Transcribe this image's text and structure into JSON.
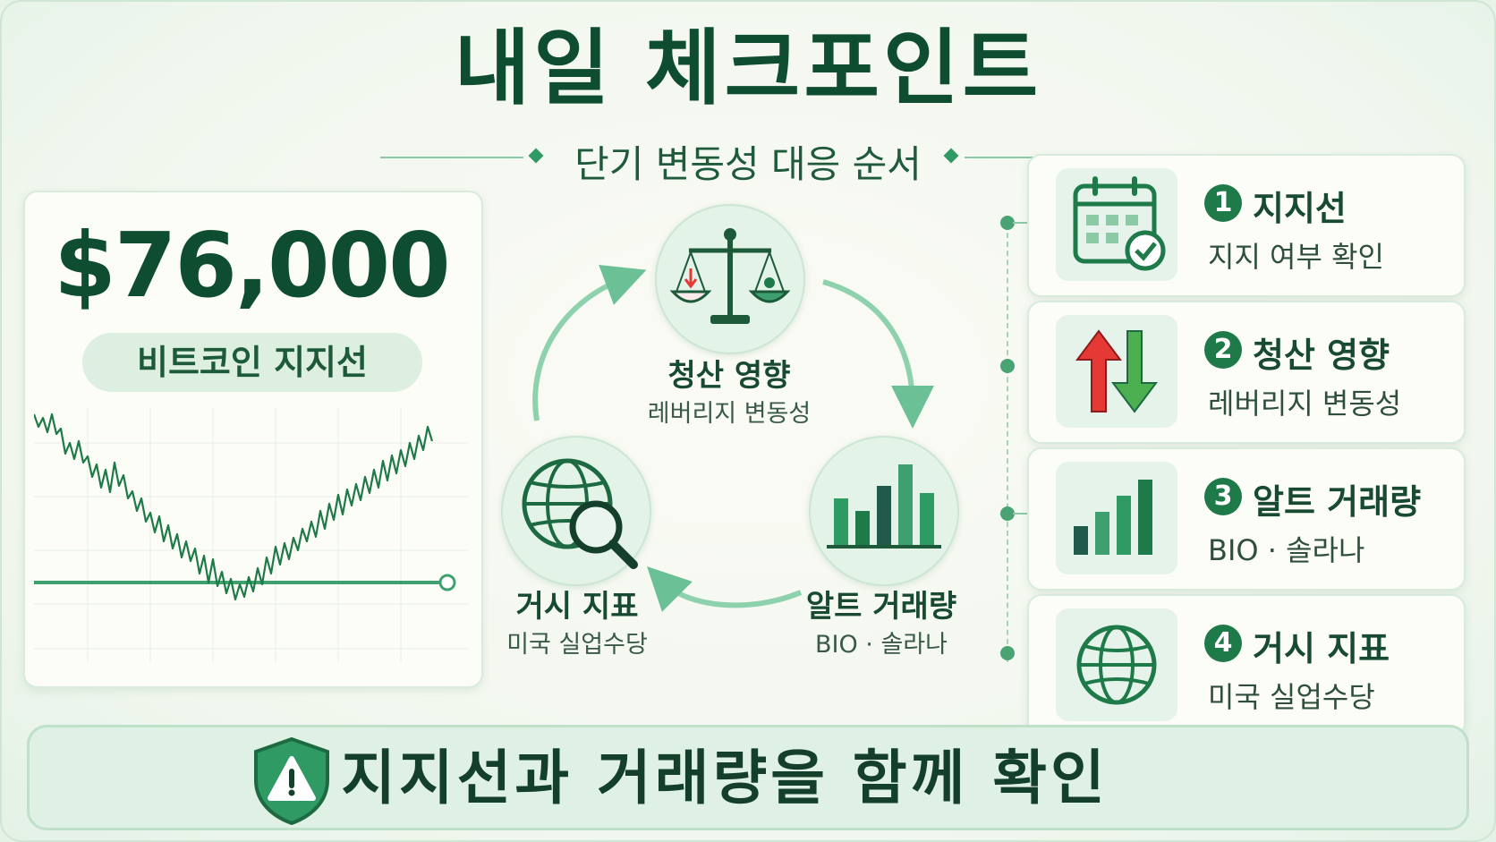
{
  "header": {
    "title": "내일 체크포인트",
    "subtitle": "단기 변동성 대응 순서"
  },
  "price_card": {
    "price": "$76,000",
    "label": "비트코인 지지선"
  },
  "cycle": {
    "nodes": [
      {
        "title": "청산 영향",
        "subtitle": "레버리지 변동성",
        "icon": "balance-scale-icon"
      },
      {
        "title": "알트 거래량",
        "subtitle": "BIO · 솔라나",
        "icon": "bar-chart-icon"
      },
      {
        "title": "거시 지표",
        "subtitle": "미국 실업수당",
        "icon": "globe-search-icon"
      }
    ]
  },
  "steps": [
    {
      "num": "1",
      "title": "지지선",
      "subtitle": "지지 여부 확인",
      "icon": "calendar-check-icon"
    },
    {
      "num": "2",
      "title": "청산 영향",
      "subtitle": "레버리지 변동성",
      "icon": "up-down-arrows-icon"
    },
    {
      "num": "3",
      "title": "알트 거래량",
      "subtitle": "BIO · 솔라나",
      "icon": "bar-chart-icon"
    },
    {
      "num": "4",
      "title": "거시 지표",
      "subtitle": "미국 실업수당",
      "icon": "globe-icon"
    }
  ],
  "banner": {
    "text": "지지선과 거래량을 함께 확인",
    "icon": "warning-shield-icon"
  },
  "colors": {
    "primary": "#0f4d30",
    "accent": "#2f9a63",
    "light": "#e4f3e8",
    "down_red": "#e53935",
    "up_green": "#4caf50"
  }
}
